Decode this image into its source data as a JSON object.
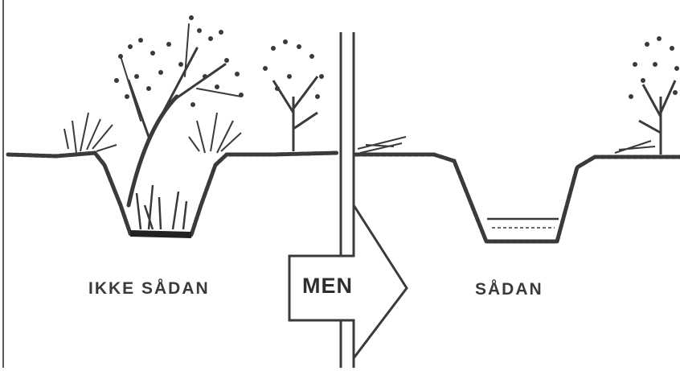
{
  "left_caption": "IKKE SÅDAN",
  "arrow_label": "MEN",
  "right_caption": "SÅDAN",
  "ink_color": "#3a3a3a",
  "background_color": "#ffffff",
  "icons": {
    "left_panel": [
      "bush-icon",
      "tree-icon",
      "grass-icon"
    ],
    "right_panel": [
      "tree-icon",
      "water-icon"
    ]
  }
}
